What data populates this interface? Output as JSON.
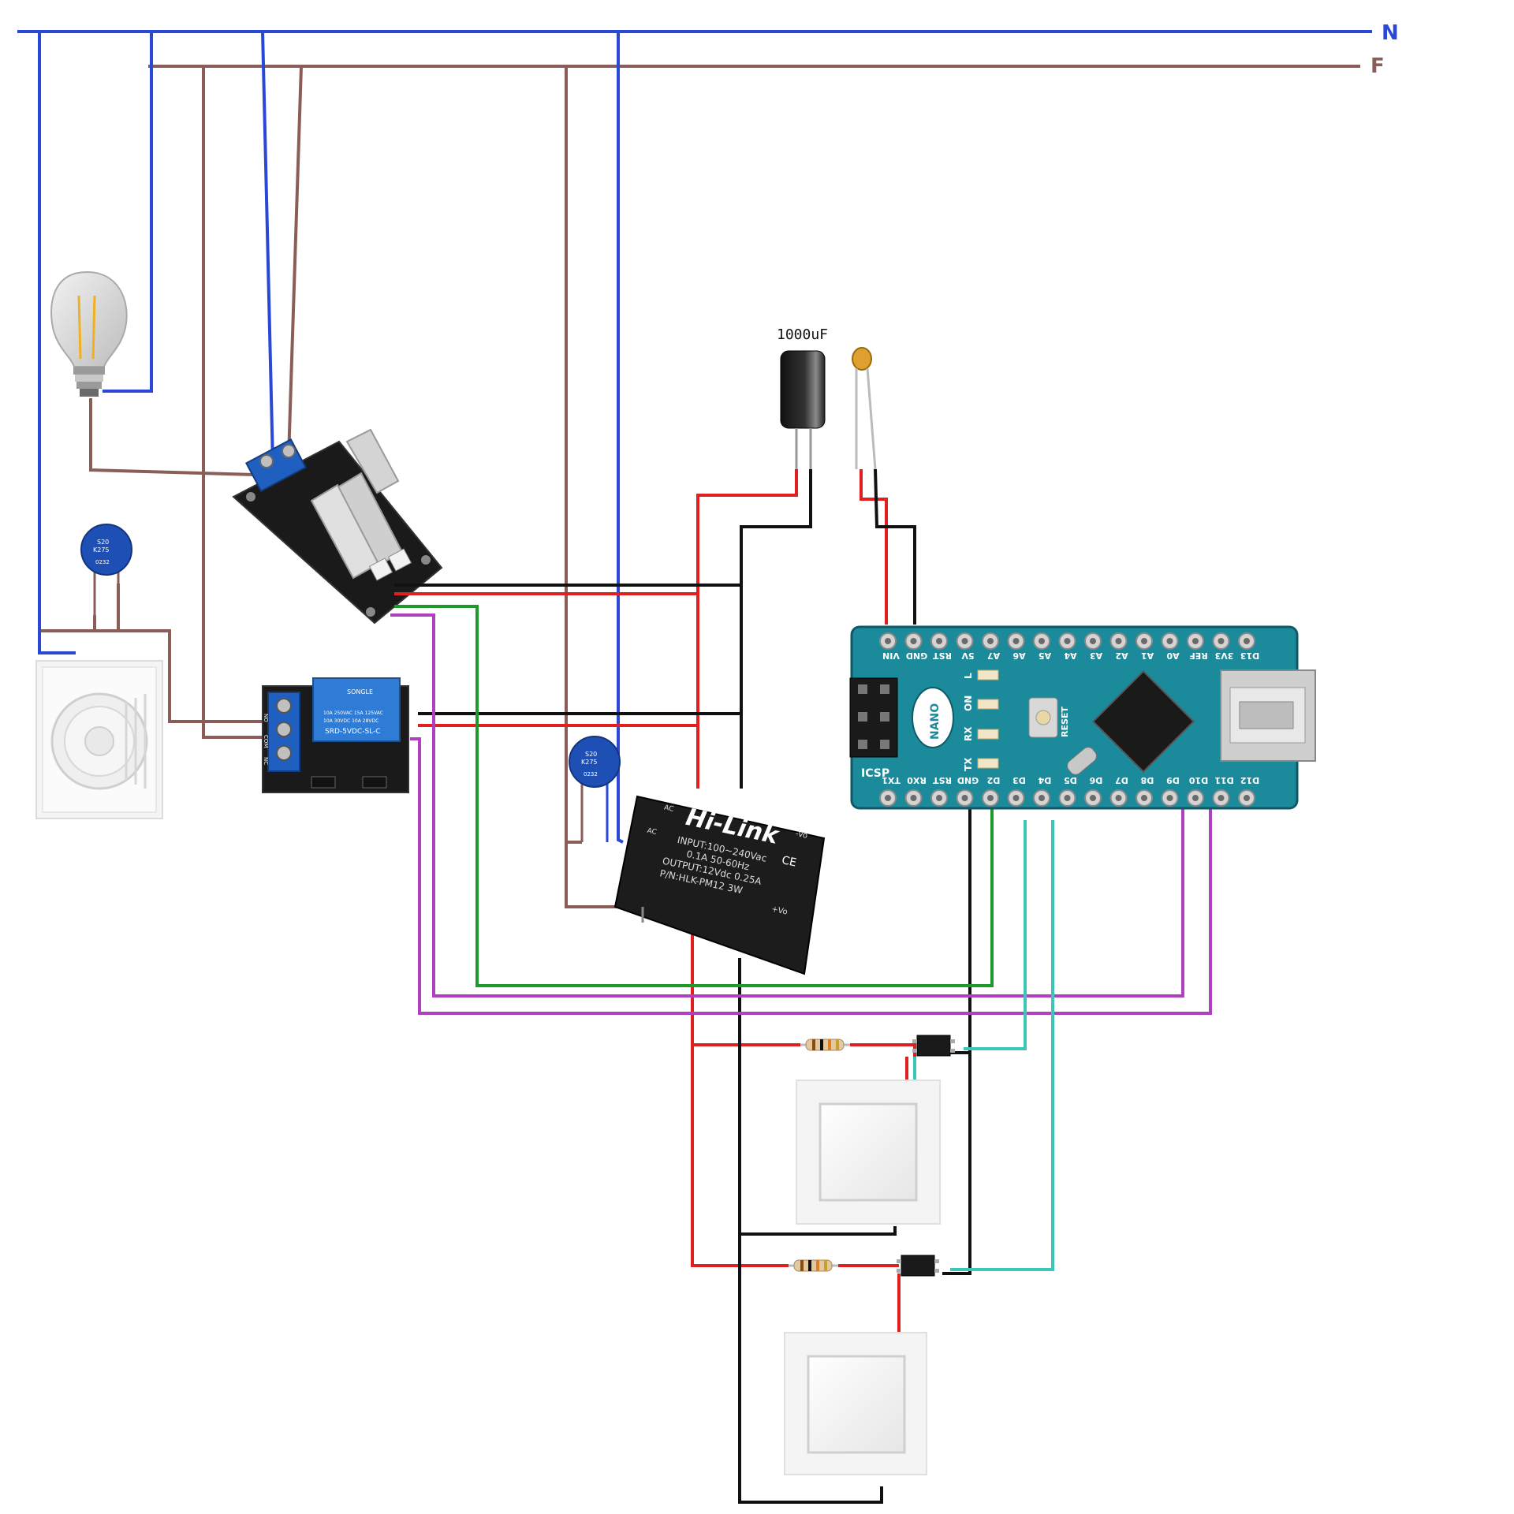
{
  "rails": {
    "neutral_label": "N",
    "phase_label": "F",
    "neutral_color": "#2a48d6",
    "phase_color": "#8a5e58"
  },
  "capacitor": {
    "label": "1000uF"
  },
  "varistor": {
    "line1": "S20",
    "line2": "K275",
    "line3": "0232"
  },
  "relay": {
    "brand": "SONGLE",
    "model": "SRD-5VDC-SL-C",
    "spec1": "10A 250VAC  15A 125VAC",
    "spec2": "10A  30VDC  10A  28VDC",
    "pin_no": "NO",
    "pin_com": "COM",
    "pin_nc": "NC"
  },
  "psu": {
    "brand": "Hi-Link",
    "input": "INPUT:100~240Vac",
    "freq": "0.1A 50-60Hz",
    "output": "OUTPUT:12Vdc 0.25A",
    "part": "P/N:HLK-PM12  3W",
    "pin_ac": "AC",
    "pin_vo_minus": "-Vo",
    "pin_vo_plus": "+Vo",
    "ce": "CE"
  },
  "nano": {
    "top_pins": [
      "VIN",
      "GND",
      "RST",
      "5V",
      "A7",
      "A6",
      "A5",
      "A4",
      "A3",
      "A2",
      "A1",
      "A0",
      "REF",
      "3V3",
      "D13"
    ],
    "bottom_pins": [
      "TX1",
      "RX0",
      "RST",
      "GND",
      "D2",
      "D3",
      "D4",
      "D5",
      "D6",
      "D7",
      "D8",
      "D9",
      "D10",
      "D11",
      "D12"
    ],
    "labels": {
      "nano": "NANO",
      "icsp": "ICSP",
      "reset": "RESET",
      "led_l": "L",
      "led_on": "ON",
      "led_rx": "RX",
      "led_tx": "TX"
    },
    "board_color": "#1b8a9a"
  },
  "wire_colors": {
    "red": "#e02020",
    "black": "#111111",
    "green": "#1e9a2a",
    "purple": "#b040c0",
    "cyan": "#3cc6b8"
  }
}
